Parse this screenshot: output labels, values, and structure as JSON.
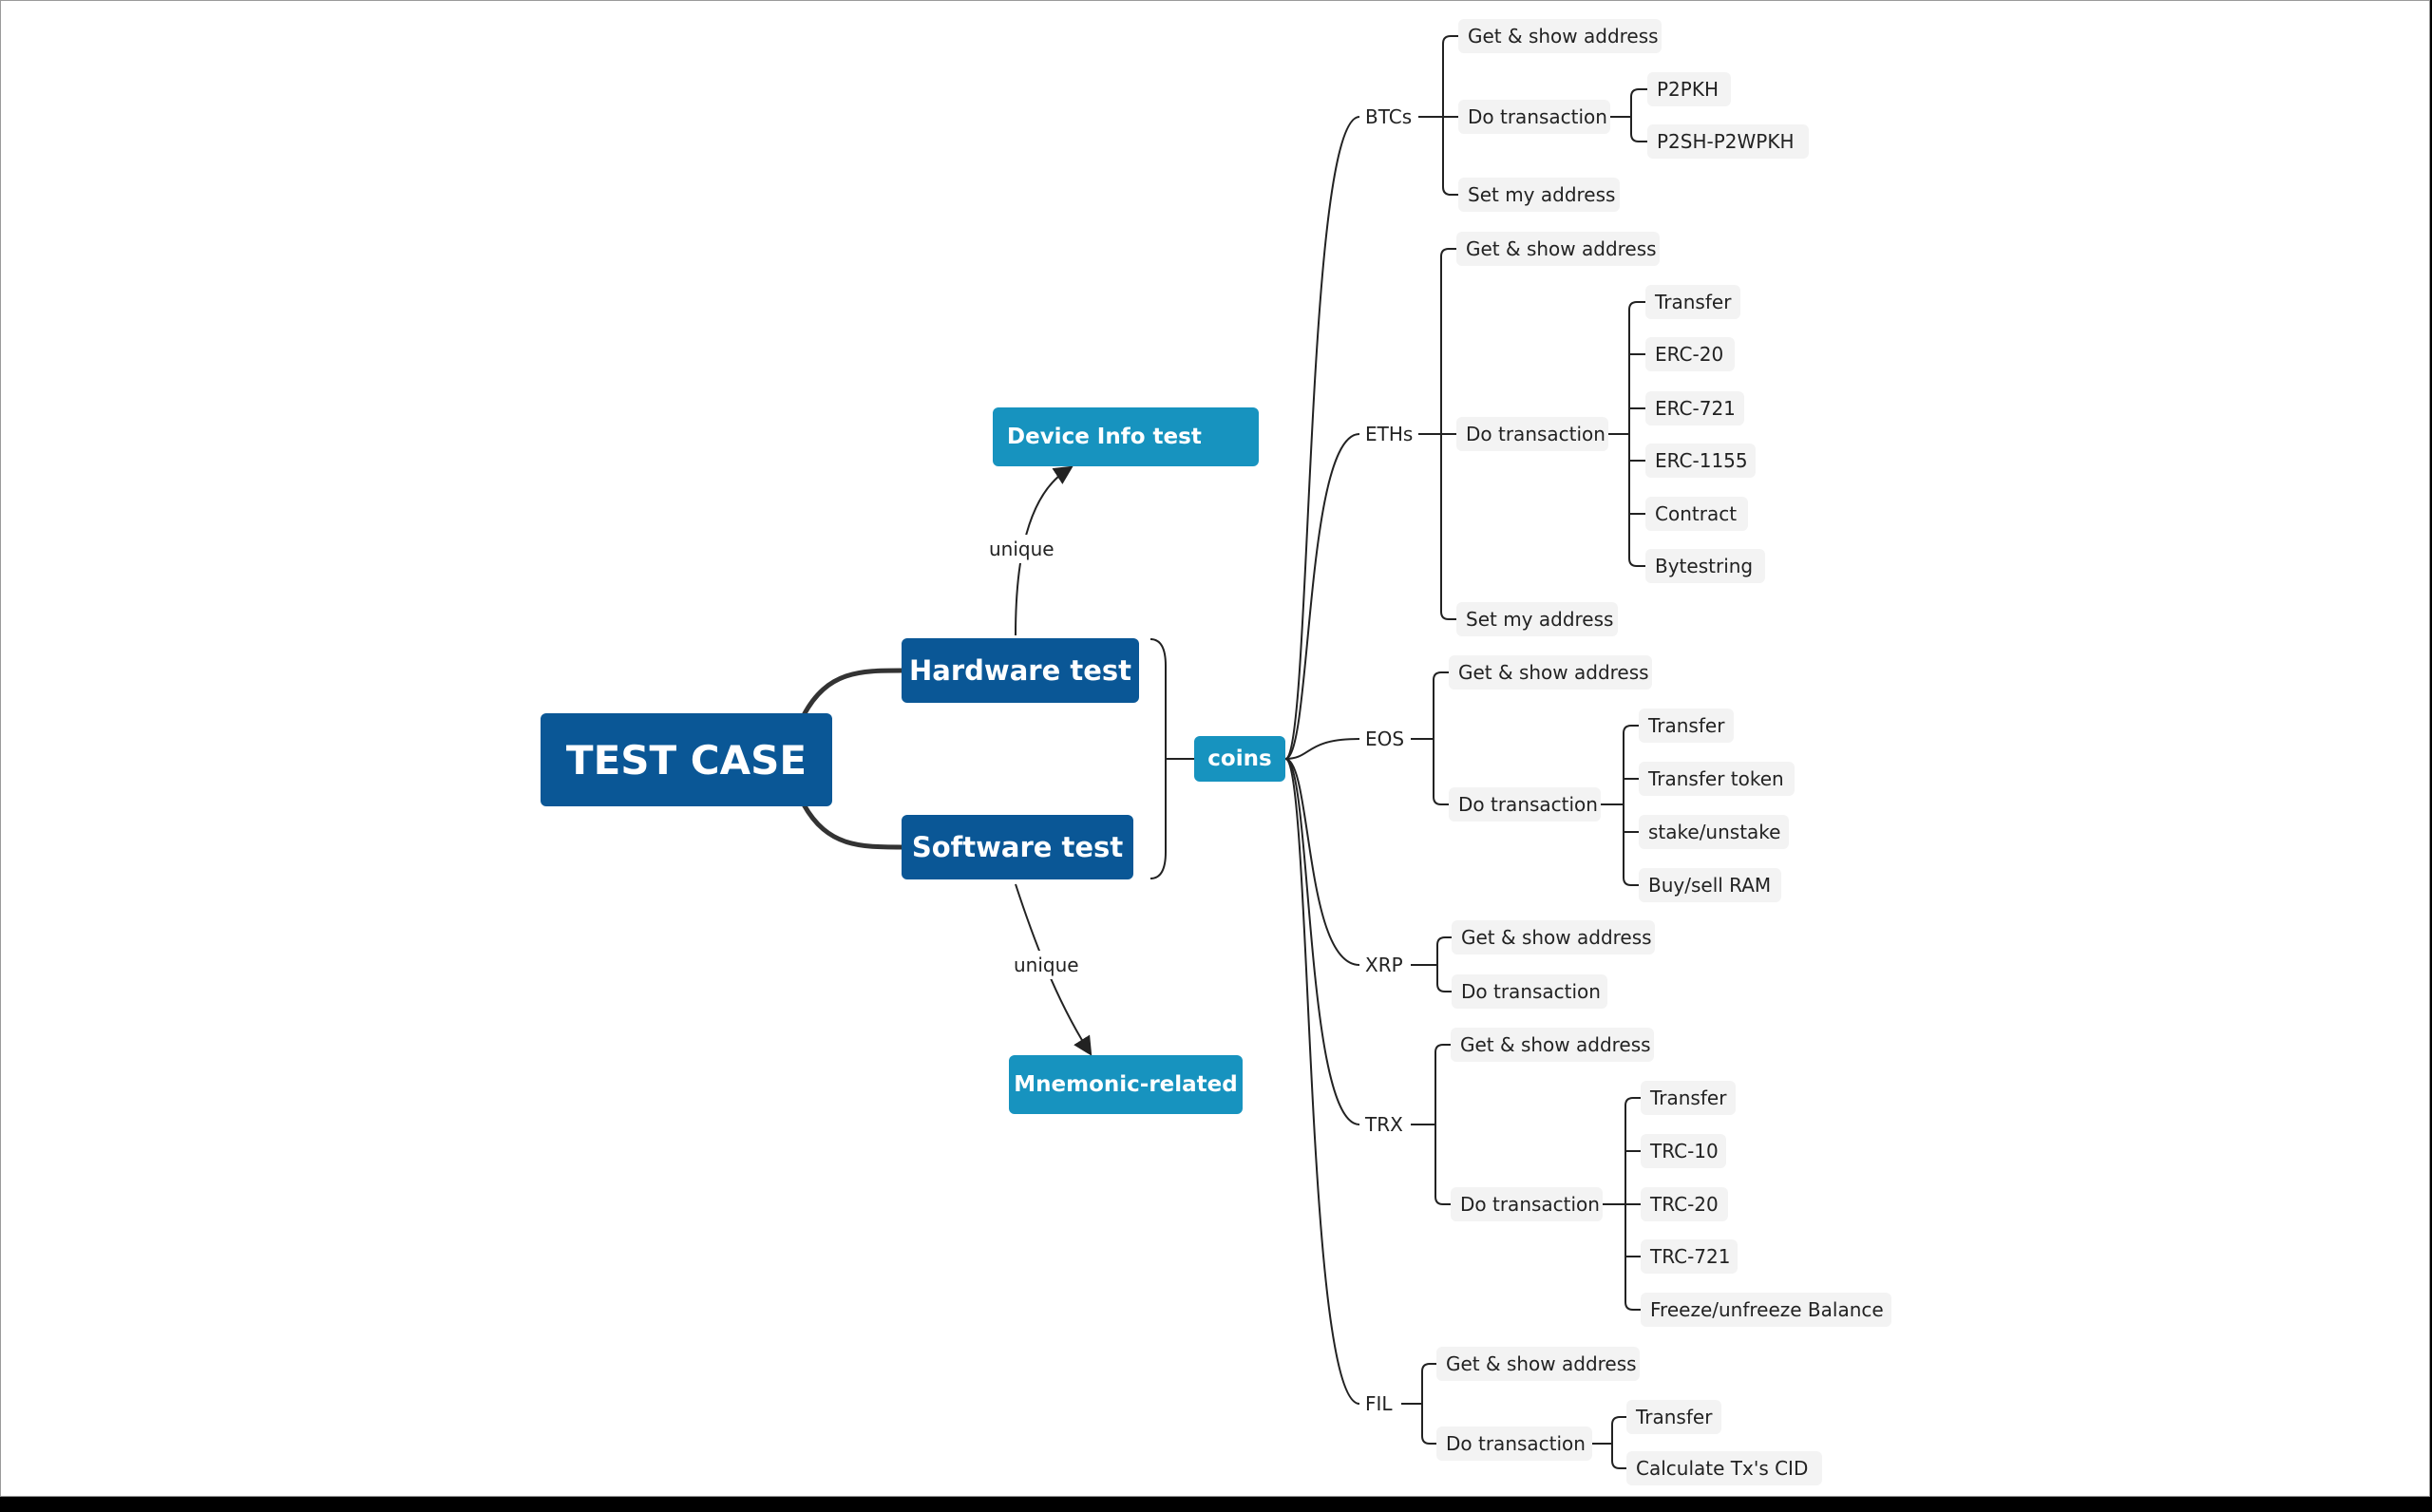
{
  "root": {
    "label": "TEST CASE"
  },
  "hardware": {
    "label": "Hardware test"
  },
  "software": {
    "label": "Software test"
  },
  "device_info": {
    "label": "Device Info test"
  },
  "mnemonic": {
    "label": "Mnemonic-related"
  },
  "relations": {
    "hardware_to_device": "unique",
    "software_to_mnemonic": "unique"
  },
  "coins": {
    "label": "coins",
    "btc": {
      "label": "BTCs",
      "get_show": "Get & show address",
      "do_tx": "Do transaction",
      "p2pkh": "P2PKH",
      "p2sh": "P2SH-P2WPKH",
      "set_addr": "Set my address"
    },
    "eth": {
      "label": "ETHs",
      "get_show": "Get & show address",
      "do_tx": "Do transaction",
      "transfer": "Transfer",
      "erc20": "ERC-20",
      "erc721": "ERC-721",
      "erc1155": "ERC-1155",
      "contract": "Contract",
      "bytestring": "Bytestring",
      "set_addr": "Set my address"
    },
    "eos": {
      "label": "EOS",
      "get_show": "Get & show address",
      "do_tx": "Do transaction",
      "transfer": "Transfer",
      "transfer_token": "Transfer token",
      "stake": "stake/unstake",
      "ram": "Buy/sell RAM"
    },
    "xrp": {
      "label": "XRP",
      "get_show": "Get & show address",
      "do_tx": "Do transaction"
    },
    "trx": {
      "label": "TRX",
      "get_show": "Get & show address",
      "do_tx": "Do transaction",
      "transfer": "Transfer",
      "trc10": "TRC-10",
      "trc20": "TRC-20",
      "trc721": "TRC-721",
      "freeze": "Freeze/unfreeze Balance"
    },
    "fil": {
      "label": "FIL",
      "get_show": "Get & show address",
      "do_tx": "Do transaction",
      "transfer": "Transfer",
      "cid": "Calculate Tx's CID"
    }
  }
}
